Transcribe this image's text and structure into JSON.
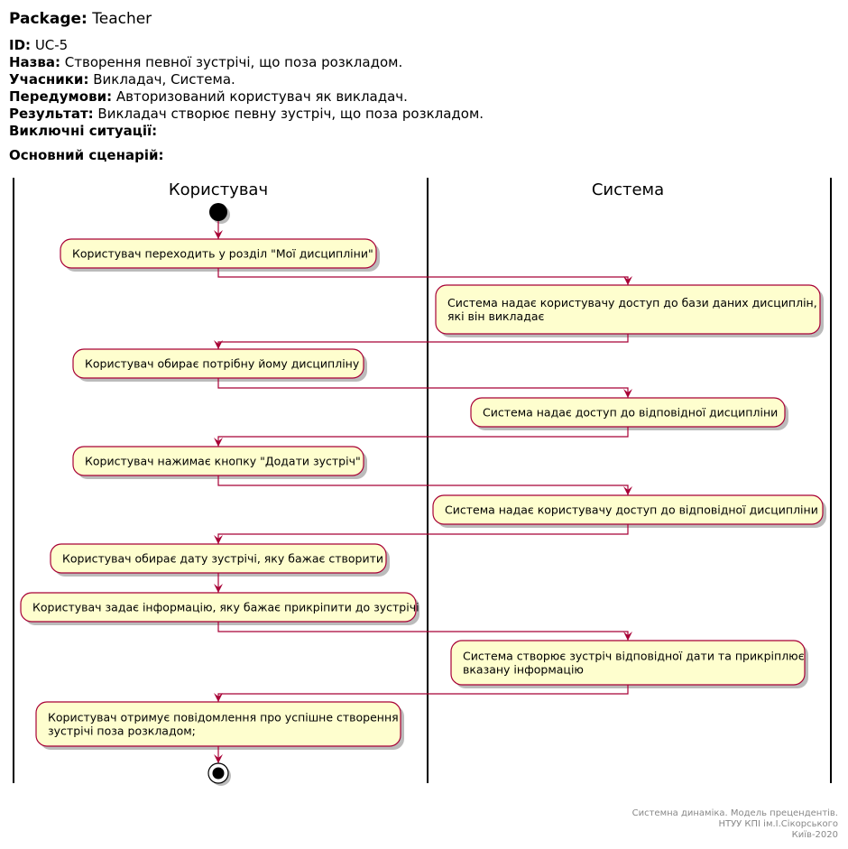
{
  "header": {
    "package_label": "Package:",
    "package_value": "Teacher",
    "id_label": "ID:",
    "id_value": "UC-5",
    "name_label": "Назва:",
    "name_value": "Створення певної зустрічі, що поза розкладом.",
    "participants_label": "Учасники:",
    "participants_value": "Викладач, Система.",
    "preconditions_label": "Передумови:",
    "preconditions_value": "Авторизований користувач як викладач.",
    "result_label": "Результат:",
    "result_value": "Викладач створює певну зустріч, що поза розкладом.",
    "exceptions_label": "Виключні ситуації:",
    "scenario_label": "Основний сценарій:"
  },
  "diagram": {
    "lanes": [
      "Користувач",
      "Система"
    ],
    "activities": [
      {
        "lane": 0,
        "lines": [
          "Користувач переходить у розділ \"Мої дисципліни\""
        ]
      },
      {
        "lane": 1,
        "lines": [
          "Система надає користувачу доступ до бази даних дисциплін,",
          " які він викладає"
        ]
      },
      {
        "lane": 0,
        "lines": [
          "Користувач обирає потрібну йому дисципліну"
        ]
      },
      {
        "lane": 1,
        "lines": [
          "Система надає доступ до відповідної дисципліни"
        ]
      },
      {
        "lane": 0,
        "lines": [
          "Користувач нажимає кнопку \"Додати зустріч\""
        ]
      },
      {
        "lane": 1,
        "lines": [
          "Система надає користувачу доступ до відповідної дисципліни"
        ]
      },
      {
        "lane": 0,
        "lines": [
          "Користувач обирає дату зустрічі, яку бажає створити"
        ]
      },
      {
        "lane": 0,
        "lines": [
          "Користувач задає інформацію, яку бажає прикріпити до зустрічі"
        ]
      },
      {
        "lane": 1,
        "lines": [
          "Система створює зустріч відповідної дати та прикріплює",
          " вказану інформацію"
        ]
      },
      {
        "lane": 0,
        "lines": [
          "Користувач отримує повідомлення про успішне створення",
          " зустрічі поза розкладом;"
        ]
      }
    ],
    "colors": {
      "activity_fill": "#FEFECE",
      "activity_stroke": "#A80036",
      "arrow": "#A80036",
      "lane_border": "#000000",
      "shadow": "#BBBBBB"
    }
  },
  "footer": {
    "line1": "Системна динаміка. Модель прецендентів.",
    "line2": "НТУУ КПІ ім.І.Сікорського",
    "line3": "Київ-2020"
  }
}
